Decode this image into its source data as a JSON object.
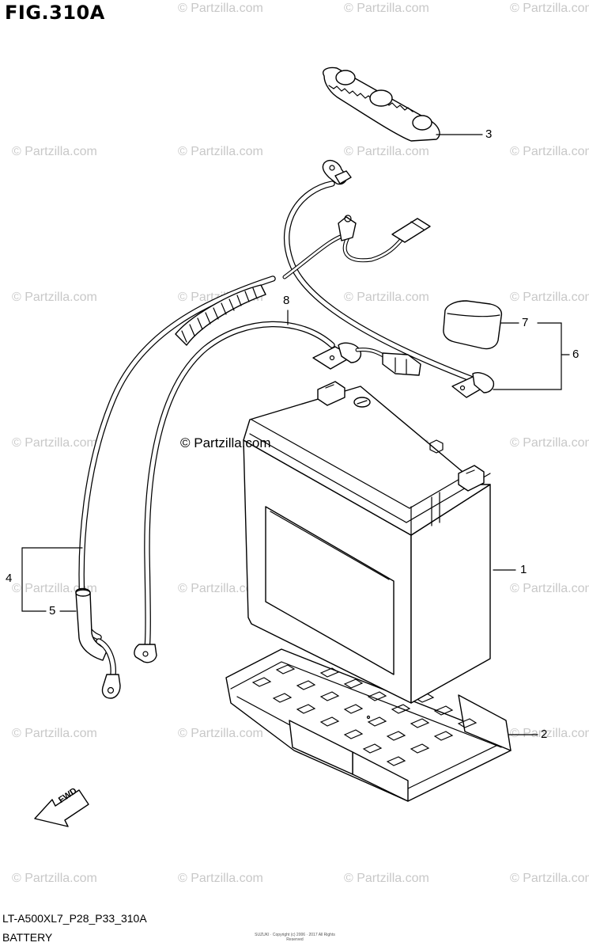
{
  "figure": {
    "title": "FIG.310A",
    "code": "LT-A500XL7_P28_P33_310A",
    "name": "BATTERY",
    "copyright_tiny": "SUZUKI · Copyright (c) 2006 · 2017 All Rights Reserved"
  },
  "watermark": {
    "text": "© Partzilla.com",
    "center_text": "© Partzilla.com"
  },
  "callouts": {
    "c1": "1",
    "c2": "2",
    "c3": "3",
    "c4": "4",
    "c5": "5",
    "c6": "6",
    "c7": "7",
    "c8": "8"
  },
  "parts": {
    "battery": "battery-icon",
    "tray": "battery-tray-icon",
    "holder": "battery-holder-band-icon",
    "cover": "terminal-cover-icon",
    "fwd_arrow": "fwd-arrow-icon"
  },
  "fwd_label": "FWD"
}
